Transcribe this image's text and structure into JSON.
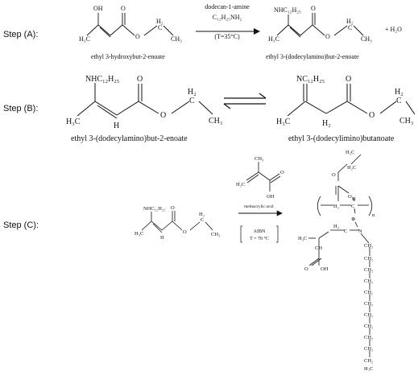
{
  "steps": {
    "a": {
      "label": "Step (A):",
      "reactant_name": "ethyl 3-hydroxybut-2-enoate",
      "product_name": "ethyl 3-(dodecylamino)but-2-enoate",
      "reagent_line1": "dodecan-1-amine",
      "reagent_line2": "C₁₂H₂₅NH₂",
      "condition": "(T=35°C)",
      "byproduct": "+ H₂O"
    },
    "b": {
      "label": "Step (B):",
      "left_name": "ethyl 3-(dodecylamino)but-2-enoate",
      "right_name": "ethyl 3-(dodecylimino)butanoate"
    },
    "c": {
      "label": "Step (C):",
      "comonomer_name": "methacrylic acid",
      "initiator": "AIBN",
      "condition": "T = 70 °C",
      "subscript_n": "n"
    }
  },
  "atoms": {
    "oh": "OH",
    "o": "O",
    "h3c": "H₃C",
    "ch3": "CH₃",
    "h2c": "H₂C",
    "h2": "H₂",
    "h": "H",
    "c": "C",
    "ch": "CH",
    "ch2": "CH₂",
    "nhc12h25": "NHC₁₂H₂₅",
    "nc12h25": "NC₁₂H₂₅",
    "n": "N",
    "c_plus": "⊕",
    "h2_bridge": "H₂"
  }
}
